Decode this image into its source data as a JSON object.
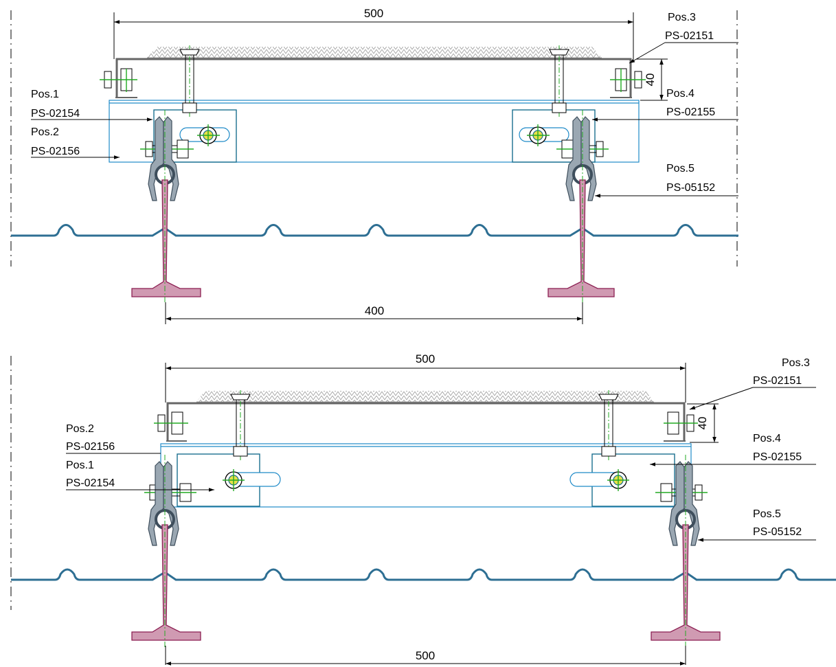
{
  "colors": {
    "frame": "#1e8ac8",
    "roof_sheet": "#2e6f93",
    "post": "#d09ab2",
    "post_outline": "#8b1f52",
    "clamp": "#9aa7b2",
    "centerline": "#22aa22",
    "rail": "#666666"
  },
  "icons": [
    "bolt-icon",
    "washer-icon",
    "arrowhead-icon"
  ],
  "view_top": {
    "dim_top": "500",
    "dim_height": "40",
    "dim_bottom": "400",
    "labels": {
      "pos1": "Pos.1",
      "pos1_part": "PS-02154",
      "pos2": "Pos.2",
      "pos2_part": "PS-02156",
      "pos3": "Pos.3",
      "pos3_part": "PS-02151",
      "pos4": "Pos.4",
      "pos4_part": "PS-02155",
      "pos5": "Pos.5",
      "pos5_part": "PS-05152"
    }
  },
  "view_bottom": {
    "dim_top": "500",
    "dim_height": "40",
    "dim_bottom": "500",
    "labels": {
      "pos1": "Pos.1",
      "pos1_part": "PS-02154",
      "pos2": "Pos.2",
      "pos2_part": "PS-02156",
      "pos3": "Pos.3",
      "pos3_part": "PS-02151",
      "pos4": "Pos.4",
      "pos4_part": "PS-02155",
      "pos5": "Pos.5",
      "pos5_part": "PS-05152"
    }
  }
}
